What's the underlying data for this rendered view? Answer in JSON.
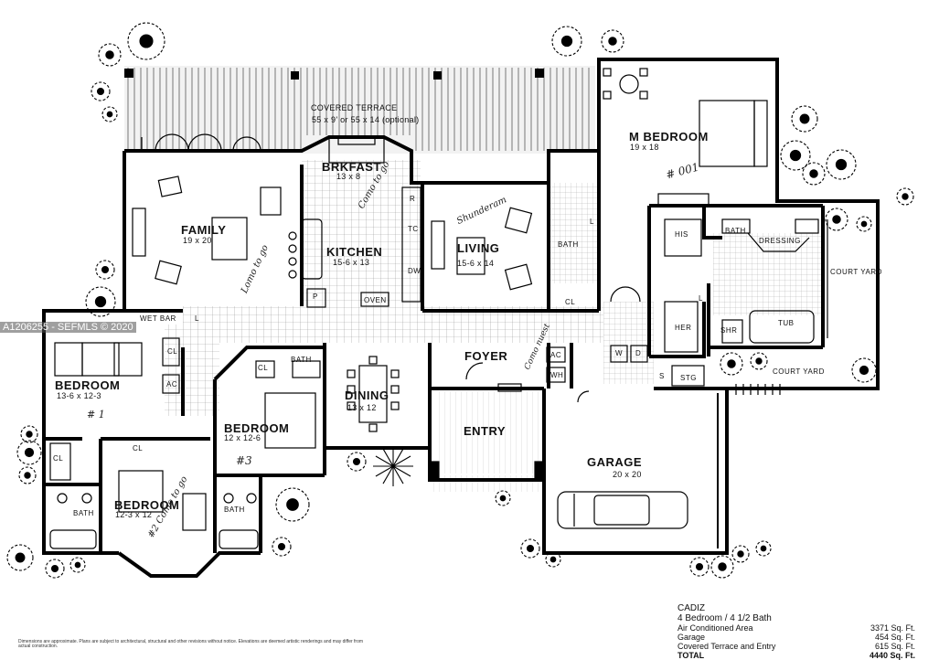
{
  "plan": {
    "rooms": [
      {
        "key": "terrace",
        "label": "COVERED TERRACE",
        "dims": "55 x 9' or 55 x 14 (optional)"
      },
      {
        "key": "brkfast",
        "label": "BRKFAST",
        "dims": "13 x 8"
      },
      {
        "key": "family",
        "label": "FAMILY",
        "dims": "19 x 20"
      },
      {
        "key": "kitchen",
        "label": "KITCHEN",
        "dims": "15-6 x 13"
      },
      {
        "key": "living",
        "label": "LIVING",
        "dims": "15-6 x 14"
      },
      {
        "key": "mbedroom",
        "label": "M BEDROOM",
        "dims": "19 x 18"
      },
      {
        "key": "bedroom1",
        "label": "BEDROOM",
        "dims": "13-6 x 12-3"
      },
      {
        "key": "bedroom2",
        "label": "BEDROOM",
        "dims": "12 x 12-6"
      },
      {
        "key": "bedroom3",
        "label": "BEDROOM",
        "dims": "12-3 x 12"
      },
      {
        "key": "dining",
        "label": "DINING",
        "dims": "13 x 12"
      },
      {
        "key": "foyer",
        "label": "FOYER",
        "dims": ""
      },
      {
        "key": "entry",
        "label": "ENTRY",
        "dims": ""
      },
      {
        "key": "garage",
        "label": "GARAGE",
        "dims": "20 x 20"
      }
    ],
    "small_labels": {
      "wet_bar": "WET BAR",
      "cl": "CL",
      "ac": "AC",
      "bath": "BATH",
      "oven": "OVEN",
      "dw": "DW",
      "tc": "TC",
      "r": "R",
      "p": "P",
      "l": "L",
      "his": "HIS",
      "her": "HER",
      "dressing": "DRESSING",
      "tub": "TUB",
      "shr": "SHR",
      "court_yard": "COURT YARD",
      "w": "W",
      "d": "D",
      "wh": "WH",
      "s": "S",
      "stg": "STG"
    },
    "annotations": {
      "master_num": "# 001",
      "bedroom3_num": "#3",
      "bedroom2_note": "#2 Como to go",
      "bedroom1_num": "# 1",
      "family_note": "Lomo to go",
      "brkfast_note": "Como to go",
      "living_note": "Shunderam",
      "foyer_note": "Como nuest"
    },
    "watermark": "A1206255 - SEFMLS © 2020",
    "summary": {
      "name": "CADIZ",
      "subtitle": "4 Bedroom / 4 1/2 Bath",
      "rows": [
        {
          "label": "Air Conditioned Area",
          "value": "3371 Sq. Ft."
        },
        {
          "label": "Garage",
          "value": "454 Sq. Ft."
        },
        {
          "label": "Covered Terrace and Entry",
          "value": "615 Sq. Ft."
        },
        {
          "label": "TOTAL",
          "value": "4440 Sq. Ft."
        }
      ]
    },
    "disclaimer": "Dimensions are approximate. Plans are subject to architectural, structural and other revisions without notice. Elevations are deemed artistic renderings and may differ from actual construction."
  }
}
